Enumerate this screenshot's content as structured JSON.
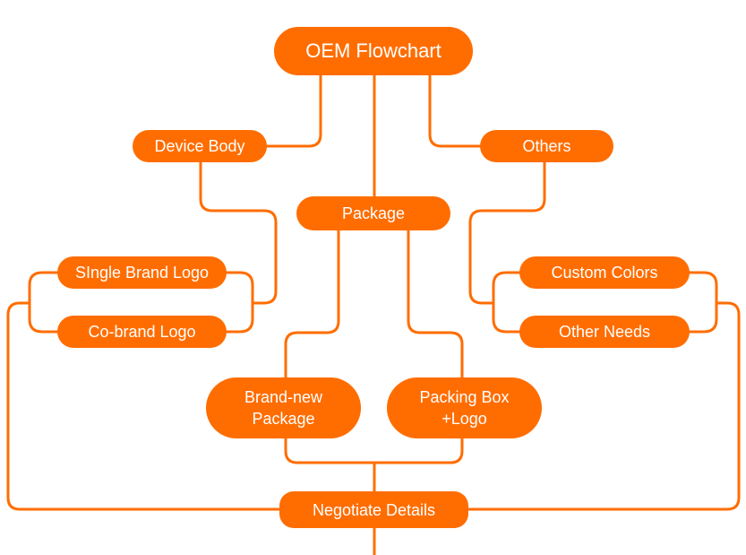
{
  "diagram": {
    "accent_color": "#ff6d00",
    "text_color": "#ffffff",
    "nodes": {
      "title": "OEM Flowchart",
      "device_body": "Device Body",
      "others": "Others",
      "package": "Package",
      "single_brand_logo": "SIngle Brand Logo",
      "co_brand_logo": "Co-brand Logo",
      "custom_colors": "Custom Colors",
      "other_needs": "Other Needs",
      "brand_new_package": [
        "Brand-new",
        "Package"
      ],
      "packing_box_logo": [
        "Packing Box",
        "+Logo"
      ],
      "negotiate_details": "Negotiate Details"
    },
    "edges": [
      {
        "from": "title",
        "to": "device_body"
      },
      {
        "from": "title",
        "to": "package"
      },
      {
        "from": "title",
        "to": "others"
      },
      {
        "from": "device_body",
        "to": "single_brand_logo"
      },
      {
        "from": "device_body",
        "to": "co_brand_logo"
      },
      {
        "from": "others",
        "to": "custom_colors"
      },
      {
        "from": "others",
        "to": "other_needs"
      },
      {
        "from": "package",
        "to": "brand_new_package"
      },
      {
        "from": "package",
        "to": "packing_box_logo"
      },
      {
        "from": "brand_new_package",
        "to": "negotiate_details"
      },
      {
        "from": "packing_box_logo",
        "to": "negotiate_details"
      },
      {
        "from": "single_brand_logo",
        "to": "negotiate_details"
      },
      {
        "from": "co_brand_logo",
        "to": "negotiate_details"
      },
      {
        "from": "custom_colors",
        "to": "negotiate_details"
      },
      {
        "from": "other_needs",
        "to": "negotiate_details"
      }
    ]
  }
}
